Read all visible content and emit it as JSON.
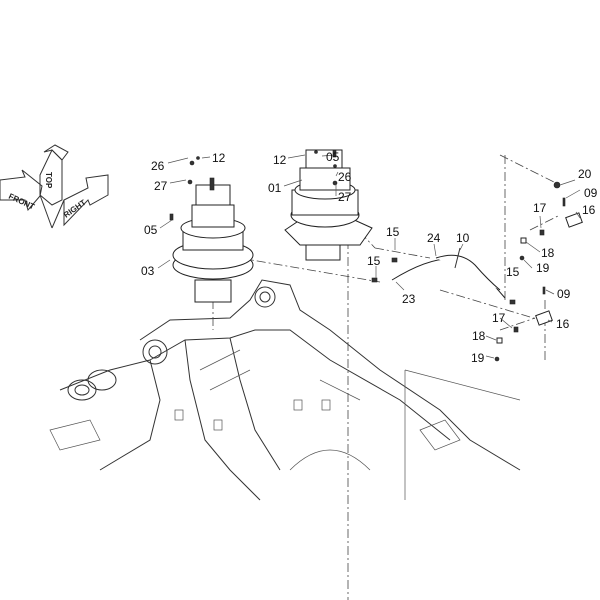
{
  "orientation": {
    "top": "TOP",
    "front": "FRONT",
    "right": "RIGHT"
  },
  "callouts": [
    "26",
    "12",
    "27",
    "05",
    "03",
    "12",
    "05",
    "01",
    "26",
    "27",
    "15",
    "24",
    "10",
    "15",
    "23",
    "15",
    "20",
    "09",
    "17",
    "16",
    "18",
    "19",
    "09",
    "16",
    "17",
    "18",
    "19"
  ]
}
